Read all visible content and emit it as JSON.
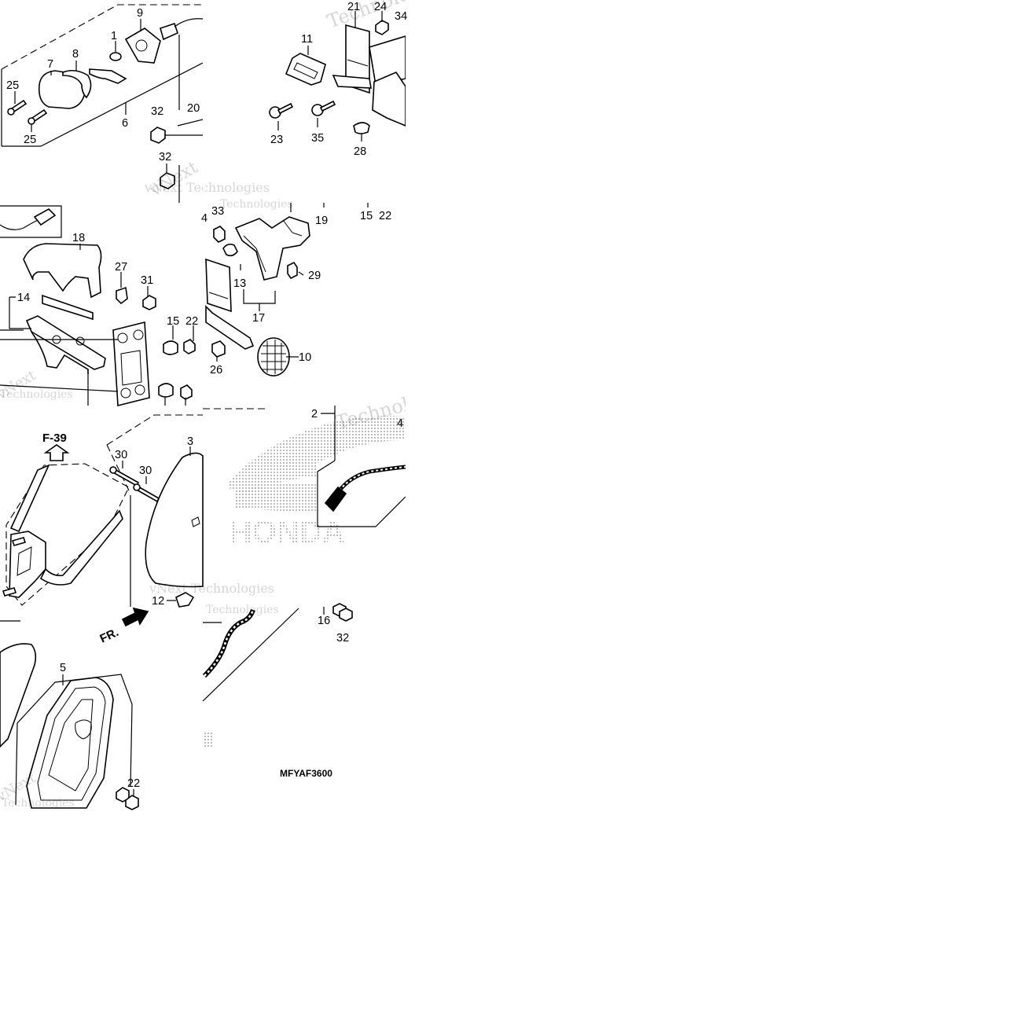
{
  "diagram": {
    "code": "MFYAF3600",
    "reference": "F-39",
    "front_label": "FR.",
    "brand": "HONDA",
    "watermarks": [
      "vNext Technologies",
      "Technologies",
      "vNext"
    ],
    "callouts": [
      {
        "id": "c1",
        "text": "1"
      },
      {
        "id": "c2",
        "text": "2"
      },
      {
        "id": "c3",
        "text": "3"
      },
      {
        "id": "c4a",
        "text": "4"
      },
      {
        "id": "c4b",
        "text": "4"
      },
      {
        "id": "c5",
        "text": "5"
      },
      {
        "id": "c6",
        "text": "6"
      },
      {
        "id": "c7",
        "text": "7"
      },
      {
        "id": "c8",
        "text": "8"
      },
      {
        "id": "c9",
        "text": "9"
      },
      {
        "id": "c10",
        "text": "10"
      },
      {
        "id": "c11",
        "text": "11"
      },
      {
        "id": "c12",
        "text": "12"
      },
      {
        "id": "c13",
        "text": "13"
      },
      {
        "id": "c14",
        "text": "14"
      },
      {
        "id": "c15a",
        "text": "15"
      },
      {
        "id": "c15b",
        "text": "15"
      },
      {
        "id": "c16",
        "text": "16"
      },
      {
        "id": "c17",
        "text": "17"
      },
      {
        "id": "c18",
        "text": "18"
      },
      {
        "id": "c19",
        "text": "19"
      },
      {
        "id": "c20",
        "text": "20"
      },
      {
        "id": "c21",
        "text": "21"
      },
      {
        "id": "c22a",
        "text": "22"
      },
      {
        "id": "c22b",
        "text": "22"
      },
      {
        "id": "c22c",
        "text": "22"
      },
      {
        "id": "c23",
        "text": "23"
      },
      {
        "id": "c24",
        "text": "24"
      },
      {
        "id": "c25a",
        "text": "25"
      },
      {
        "id": "c25b",
        "text": "25"
      },
      {
        "id": "c26",
        "text": "26"
      },
      {
        "id": "c27",
        "text": "27"
      },
      {
        "id": "c28",
        "text": "28"
      },
      {
        "id": "c29",
        "text": "29"
      },
      {
        "id": "c30a",
        "text": "30"
      },
      {
        "id": "c30b",
        "text": "30"
      },
      {
        "id": "c31",
        "text": "31"
      },
      {
        "id": "c32a",
        "text": "32"
      },
      {
        "id": "c32b",
        "text": "32"
      },
      {
        "id": "c32c",
        "text": "32"
      },
      {
        "id": "c33",
        "text": "33"
      },
      {
        "id": "c34",
        "text": "34"
      },
      {
        "id": "c35",
        "text": "35"
      }
    ]
  }
}
